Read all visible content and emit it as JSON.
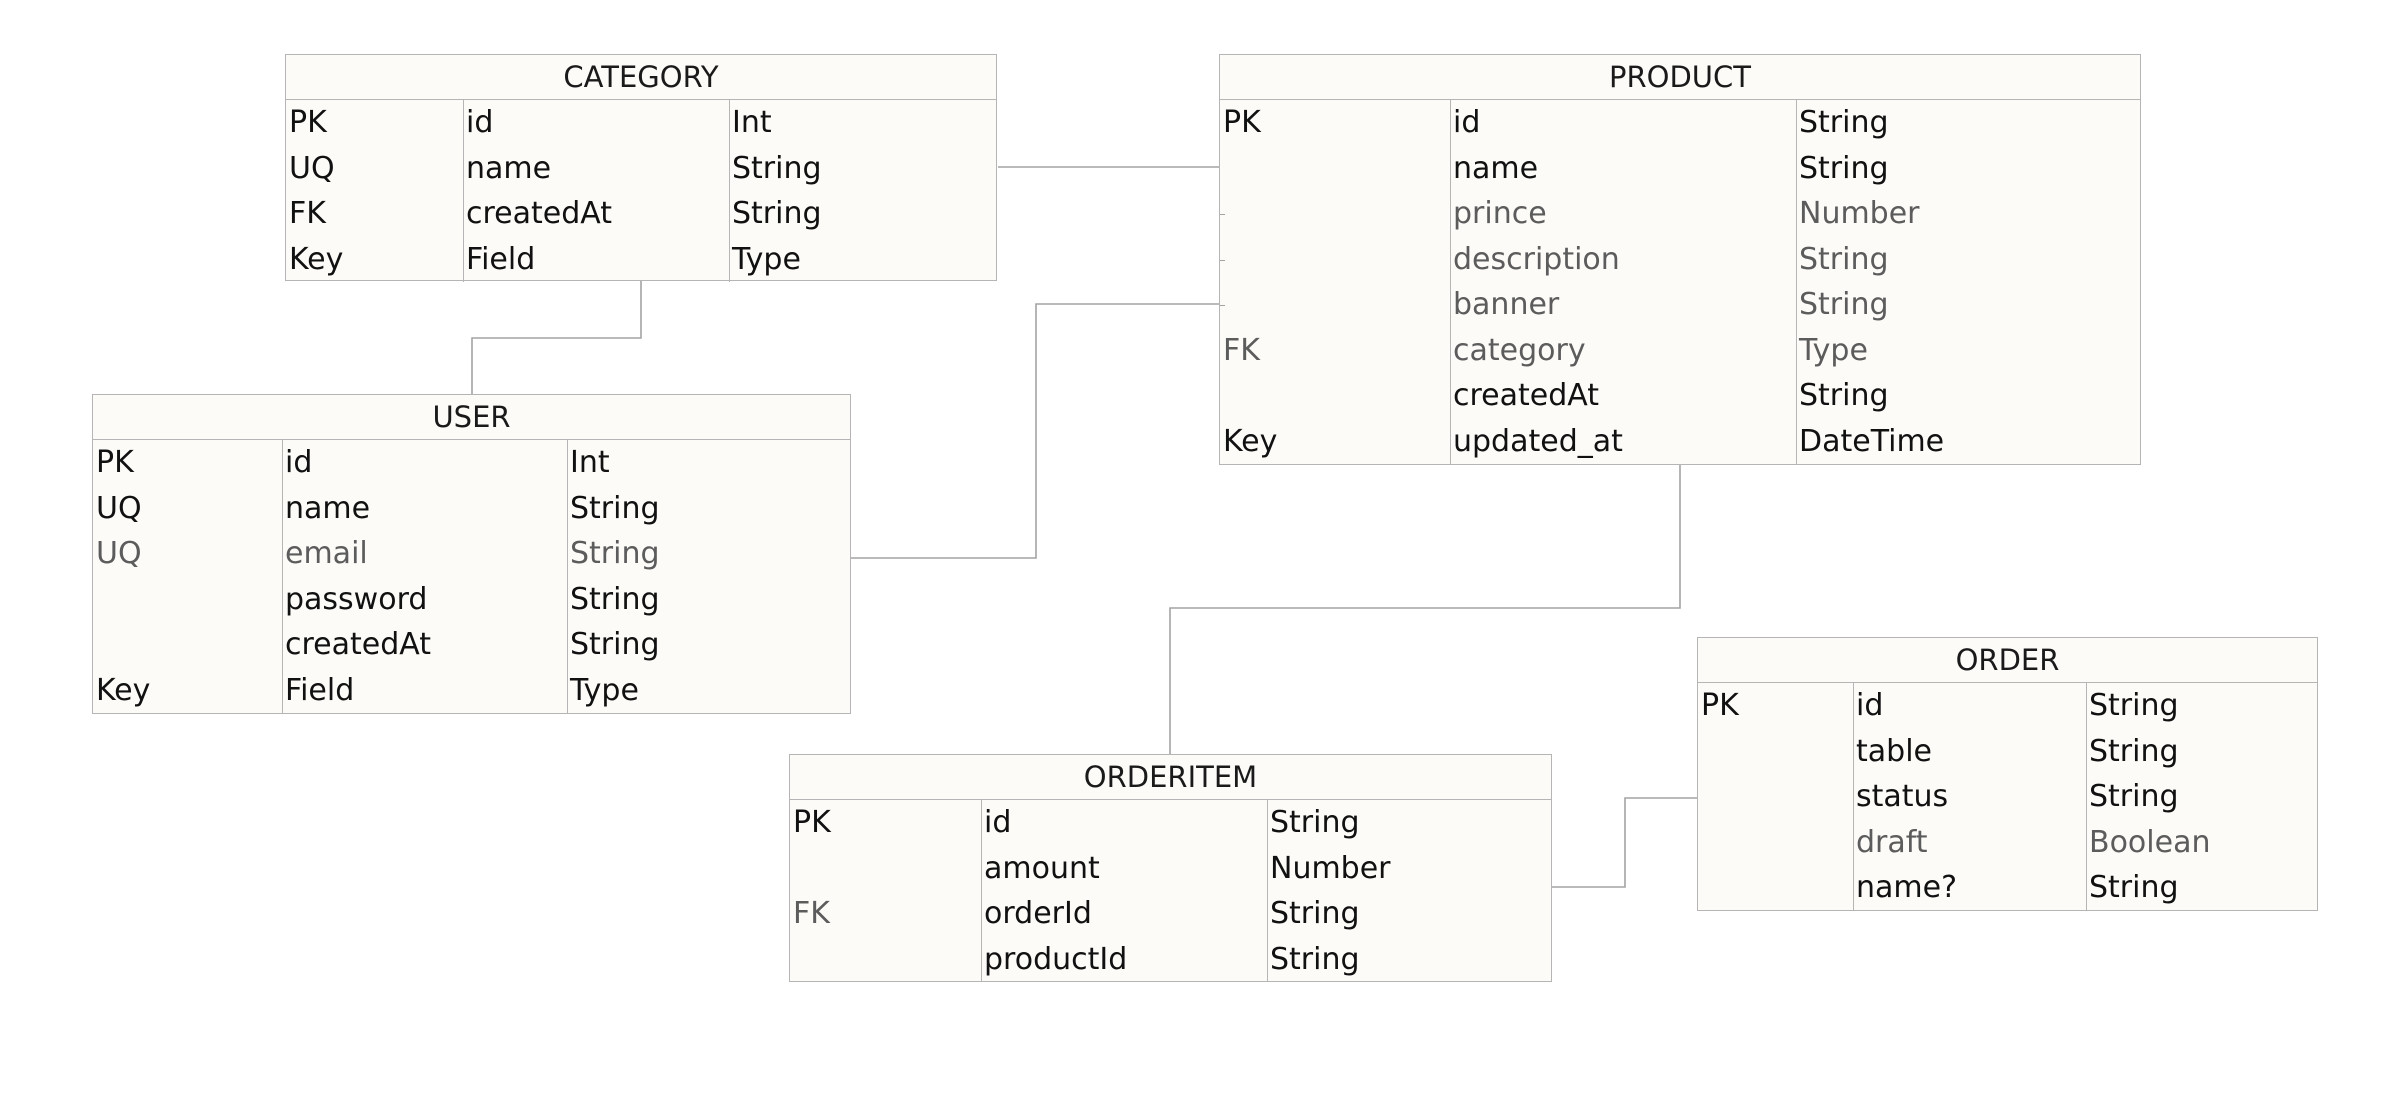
{
  "entities": {
    "category": {
      "title": "CATEGORY",
      "rows": [
        {
          "key": "PK",
          "field": "id",
          "type": "Int"
        },
        {
          "key": "UQ",
          "field": "name",
          "type": "String"
        },
        {
          "key": "FK",
          "field": "createdAt",
          "type": "String"
        },
        {
          "key": "Key",
          "field": "Field",
          "type": "Type"
        }
      ]
    },
    "product": {
      "title": "PRODUCT",
      "rows": [
        {
          "key": "PK",
          "field": "id",
          "type": "String"
        },
        {
          "key": "",
          "field": "name",
          "type": "String"
        },
        {
          "key": "",
          "field": "prince",
          "type": "Number"
        },
        {
          "key": "",
          "field": "description",
          "type": "String"
        },
        {
          "key": "",
          "field": "banner",
          "type": "String"
        },
        {
          "key": "FK",
          "field": "category",
          "type": "Type"
        },
        {
          "key": "",
          "field": "createdAt",
          "type": "String"
        },
        {
          "key": "Key",
          "field": "updated_at",
          "type": "DateTime"
        }
      ]
    },
    "user": {
      "title": "USER",
      "rows": [
        {
          "key": "PK",
          "field": "id",
          "type": "Int"
        },
        {
          "key": "UQ",
          "field": "name",
          "type": "String"
        },
        {
          "key": "UQ",
          "field": "email",
          "type": "String"
        },
        {
          "key": "",
          "field": "password",
          "type": "String"
        },
        {
          "key": "",
          "field": "createdAt",
          "type": "String"
        },
        {
          "key": "Key",
          "field": "Field",
          "type": "Type"
        }
      ]
    },
    "orderitem": {
      "title": "ORDERITEM",
      "rows": [
        {
          "key": "PK",
          "field": "id",
          "type": "String"
        },
        {
          "key": "",
          "field": "amount",
          "type": "Number"
        },
        {
          "key": "FK",
          "field": "orderId",
          "type": "String"
        },
        {
          "key": "",
          "field": "productId",
          "type": "String"
        }
      ]
    },
    "order": {
      "title": "ORDER",
      "rows": [
        {
          "key": "PK",
          "field": "id",
          "type": "String"
        },
        {
          "key": "",
          "field": "table",
          "type": "String"
        },
        {
          "key": "",
          "field": "status",
          "type": "String"
        },
        {
          "key": "",
          "field": "draft",
          "type": "Boolean"
        },
        {
          "key": "",
          "field": "name?",
          "type": "String"
        }
      ]
    }
  },
  "relationships": [
    {
      "from": "category",
      "to": "product"
    },
    {
      "from": "category",
      "to": "user"
    },
    {
      "from": "user",
      "to": "product"
    },
    {
      "from": "product",
      "to": "orderitem"
    },
    {
      "from": "orderitem",
      "to": "order"
    }
  ],
  "colors": {
    "entity_fill": "#fcfbf8",
    "border": "#b5b5b5",
    "connector": "#a3a3a3",
    "text": "#111111",
    "muted_text": "#5c5c5c"
  }
}
